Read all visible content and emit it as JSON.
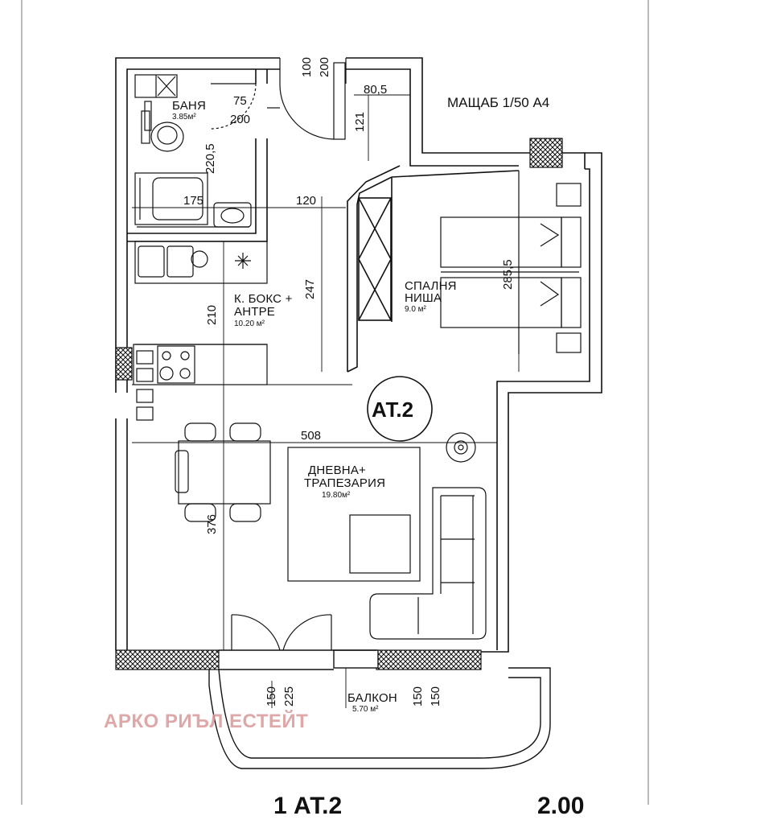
{
  "scale": "МАЩАБ 1/50  А4",
  "apartment_id": "АТ.2",
  "rooms": {
    "bath": {
      "name": "БАНЯ",
      "area": "3.85м²"
    },
    "kitchen": {
      "name_line1": "К. БОКС +",
      "name_line2": "АНТРЕ",
      "area": "10.20 м²"
    },
    "bedroom": {
      "name_line1": "СПАЛНЯ",
      "name_line2": "НИША",
      "area": "9.0 м²"
    },
    "living": {
      "name_line1": "ДНЕВНА+",
      "name_line2": "ТРАПЕЗАРИЯ",
      "area": "19.80м²"
    },
    "balcony": {
      "name": "БАЛКОН",
      "area": "5.70 м²"
    }
  },
  "dimensions": {
    "door_100": "100",
    "door_200": "200",
    "d_80_5": "80,5",
    "d_121": "121",
    "d_75": "75",
    "d_200": "200",
    "d_220_5": "220,5",
    "d_175": "175",
    "d_120": "120",
    "d_247": "247",
    "d_210": "210",
    "d_285_5": "285,5",
    "d_508": "508",
    "d_376": "376",
    "d_150_a": "150",
    "d_225": "225",
    "d_150_b": "150",
    "d_150_c": "150"
  },
  "watermark": "АРКО РИЪЛ ЕСТЕЙТ",
  "footer": {
    "left": "1   АТ.2",
    "right": "2.00"
  },
  "colors": {
    "line": "#111111",
    "watermark": "#d99a9a"
  }
}
